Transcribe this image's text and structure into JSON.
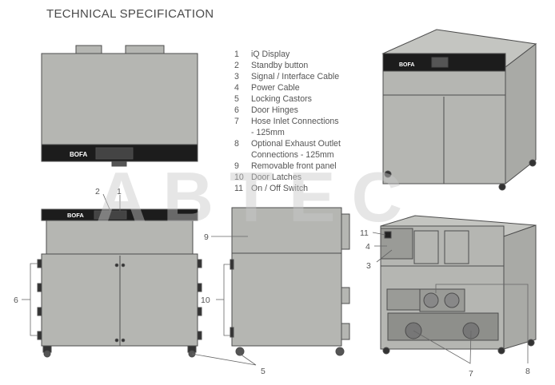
{
  "title": "TECHNICAL SPECIFICATION",
  "brand": "BOFA",
  "watermark": "ABTEC",
  "legend": [
    {
      "num": "1",
      "text": "iQ Display"
    },
    {
      "num": "2",
      "text": "Standby button"
    },
    {
      "num": "3",
      "text": "Signal / Interface Cable"
    },
    {
      "num": "4",
      "text": "Power Cable"
    },
    {
      "num": "5",
      "text": "Locking Castors"
    },
    {
      "num": "6",
      "text": "Door Hinges"
    },
    {
      "num": "7",
      "text": "Hose Inlet Connections\n- 125mm"
    },
    {
      "num": "8",
      "text": "Optional Exhaust Outlet\nConnections - 125mm"
    },
    {
      "num": "9",
      "text": "Removable front panel"
    },
    {
      "num": "10",
      "text": "Door Latches"
    },
    {
      "num": "11",
      "text": "On / Off Switch"
    }
  ],
  "callouts": {
    "c1": "1",
    "c2": "2",
    "c3": "3",
    "c4": "4",
    "c5": "5",
    "c6": "6",
    "c7": "7",
    "c8": "8",
    "c9": "9",
    "c10": "10",
    "c11": "11"
  },
  "colors": {
    "panel": "#b5b6b2",
    "panel_dark": "#a9aaa6",
    "outline": "#4d4d4d",
    "band": "#1c1c1c",
    "text": "#555555"
  }
}
